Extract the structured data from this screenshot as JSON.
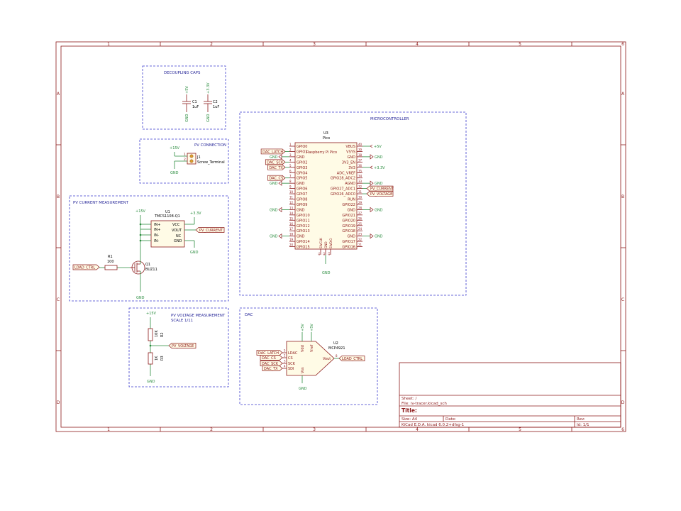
{
  "colors": {
    "frame": "#8c1a1a",
    "wire": "#2a8c3e",
    "pin": "#8c1a1a",
    "body_fill": "#fffbe6",
    "group_border": "#3a3acd",
    "label_blue": "#2a2a9a",
    "text_dark": "#000000",
    "junction": "#2a8c3e"
  },
  "frame": {
    "col_labels": [
      "1",
      "2",
      "3",
      "4",
      "5",
      "6"
    ],
    "row_labels": [
      "A",
      "B",
      "C",
      "D"
    ]
  },
  "groups": {
    "decoupling": "DECOUPLING CAPS",
    "pv_connection": "PV CONNECTION",
    "pv_current": "PV CURRENT MEASUREMENT",
    "pv_voltage": "PV VOLTAGE MEASUREMENT",
    "pv_voltage_scale": "SCALE 1/11",
    "microcontroller": "MICROCONTROLLER",
    "dac": "DAC"
  },
  "decoupling": {
    "c1_ref": "C1",
    "c1_val": "1uF",
    "c1_top": "+5V",
    "c1_bot": "GND",
    "c2_ref": "C2",
    "c2_val": "1uF",
    "c2_top": "+3.3V",
    "c2_bot": "GND"
  },
  "pv_conn": {
    "ref": "J1",
    "value": "Screw_Terminal",
    "pwr": "+15V",
    "gnd": "GND",
    "pin1": "1",
    "pin2": "2"
  },
  "pv_current": {
    "u1_ref": "U1",
    "u1_value": "TMCS1108-Q1",
    "pins_left": [
      "IN+",
      "IN+",
      "IN-",
      "IN-"
    ],
    "pins_right": [
      "VCC",
      "VOUT",
      "NC",
      "GND"
    ],
    "pwr_15v": "+15V",
    "pwr_33v": "+3.3V",
    "out_label": "PV_CURRENT",
    "gnd_u1": "GND",
    "r1_ref": "R1",
    "r1_val": "100",
    "q1_ref": "Q1",
    "q1_val": "BUZ11",
    "load_ctrl": "LOAD_CTRL",
    "gnd_q1": "GND"
  },
  "pv_voltage": {
    "pwr": "+15V",
    "r2_ref": "R2",
    "r2_val": "10K",
    "r3_ref": "R3",
    "r3_val": "1K",
    "out_label": "PV_VOLTAGE",
    "gnd": "GND"
  },
  "mcu": {
    "ref": "U3",
    "value": "Pico",
    "part_name": "Raspberry Pi Pico",
    "left_pins": [
      {
        "num": "1",
        "name": "GPIO0",
        "ext": ""
      },
      {
        "num": "2",
        "name": "GPIO1",
        "ext": "DAC_LATCH"
      },
      {
        "num": "3",
        "name": "GND",
        "ext": "GND"
      },
      {
        "num": "4",
        "name": "GPIO2",
        "ext": "DAC_SCK"
      },
      {
        "num": "5",
        "name": "GPIO3",
        "ext": "DAC_TX"
      },
      {
        "num": "6",
        "name": "GPIO4",
        "ext": ""
      },
      {
        "num": "7",
        "name": "GPIO5",
        "ext": "DAC_CS"
      },
      {
        "num": "8",
        "name": "GND",
        "ext": "GND"
      },
      {
        "num": "9",
        "name": "GPIO6",
        "ext": ""
      },
      {
        "num": "10",
        "name": "GPIO7",
        "ext": ""
      },
      {
        "num": "11",
        "name": "GPIO8",
        "ext": ""
      },
      {
        "num": "12",
        "name": "GPIO9",
        "ext": ""
      },
      {
        "num": "13",
        "name": "GND",
        "ext": "GND"
      },
      {
        "num": "14",
        "name": "GPIO10",
        "ext": ""
      },
      {
        "num": "15",
        "name": "GPIO11",
        "ext": ""
      },
      {
        "num": "16",
        "name": "GPIO12",
        "ext": ""
      },
      {
        "num": "17",
        "name": "GPIO13",
        "ext": ""
      },
      {
        "num": "18",
        "name": "GND",
        "ext": "GND"
      },
      {
        "num": "19",
        "name": "GPIO14",
        "ext": ""
      },
      {
        "num": "20",
        "name": "GPIO15",
        "ext": ""
      }
    ],
    "right_pins": [
      {
        "num": "40",
        "name": "VBUS",
        "ext": "+5V"
      },
      {
        "num": "39",
        "name": "VSYS",
        "ext": ""
      },
      {
        "num": "38",
        "name": "GND",
        "ext": "GND"
      },
      {
        "num": "37",
        "name": "3V3_EN",
        "ext": ""
      },
      {
        "num": "36",
        "name": "3V3",
        "ext": "+3.3V"
      },
      {
        "num": "35",
        "name": "ADC_VREF",
        "ext": ""
      },
      {
        "num": "34",
        "name": "GPIO28_ADC2",
        "ext": ""
      },
      {
        "num": "33",
        "name": "AGND",
        "ext": "GND"
      },
      {
        "num": "32",
        "name": "GPIO27_ADC1",
        "ext": "PV_CURRENT"
      },
      {
        "num": "31",
        "name": "GPIO26_ADC0",
        "ext": "PV_VOLTAGE"
      },
      {
        "num": "30",
        "name": "RUN",
        "ext": ""
      },
      {
        "num": "29",
        "name": "GPIO22",
        "ext": ""
      },
      {
        "num": "28",
        "name": "GND",
        "ext": "GND"
      },
      {
        "num": "27",
        "name": "GPIO21",
        "ext": ""
      },
      {
        "num": "26",
        "name": "GPIO20",
        "ext": ""
      },
      {
        "num": "25",
        "name": "GPIO19",
        "ext": ""
      },
      {
        "num": "24",
        "name": "GPIO18",
        "ext": ""
      },
      {
        "num": "23",
        "name": "GND",
        "ext": "GND"
      },
      {
        "num": "22",
        "name": "GPIO17",
        "ext": ""
      },
      {
        "num": "21",
        "name": "GPIO16",
        "ext": ""
      }
    ],
    "bottom_pins": [
      "SWCLK",
      "GND",
      "SWDIO"
    ],
    "bottom_nums": [
      "41",
      "42",
      "43"
    ],
    "bottom_gnd": "GND"
  },
  "dac": {
    "ref": "U2",
    "value": "MCP4921",
    "pins": [
      "LDAC",
      "CS",
      "SCK",
      "SDI"
    ],
    "pin_nums": [
      "5",
      "2",
      "3",
      "4"
    ],
    "ext": [
      "DAC_LATCH",
      "DAC_CS",
      "DAC_SCK",
      "DAC_TX"
    ],
    "vdd": "Vdd",
    "vref": "Vref",
    "vss": "Vss",
    "vout": "Vout",
    "vdd_pwr": "+5V",
    "vref_pwr": "+5V",
    "vout_num": "8",
    "out_label": "LOAD_CTRL",
    "gnd": "GND"
  },
  "title_block": {
    "sheet": "Sheet: /",
    "file": "File: iv-tracer.kicad_sch",
    "title": "Title:",
    "size": "Size: A4",
    "date": "Date:",
    "rev": "Rev:",
    "tool": "KiCad E.D.A.  kicad 6.0.2+dfsg-1",
    "id": "Id: 1/1"
  }
}
